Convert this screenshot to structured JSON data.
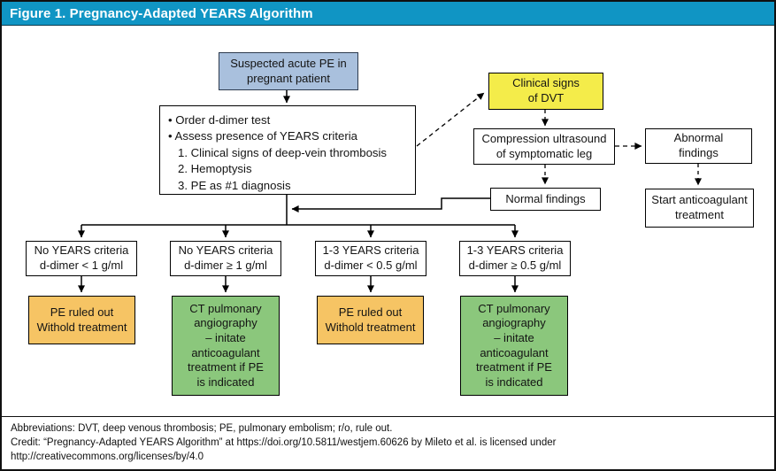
{
  "header": {
    "title": "Figure 1. Pregnancy-Adapted YEARS Algorithm",
    "bg_color": "#1095C4"
  },
  "colors": {
    "patient_box": "#A9C0DD",
    "dvt_box": "#F4EC4A",
    "ruled_out_box": "#F6C464",
    "ct_box": "#8BC77C",
    "plain_box": "#FFFFFF"
  },
  "nodes": {
    "suspected": {
      "text": "Suspected acute PE in\npregnant patient"
    },
    "criteria": {
      "text": "• Order d-dimer test\n• Assess presence of YEARS criteria\n   1. Clinical signs of deep-vein thrombosis\n   2. Hemoptysis\n   3. PE as #1 diagnosis"
    },
    "dvt": {
      "text": "Clinical signs\nof DVT"
    },
    "compression": {
      "text": "Compression ultrasound\nof symptomatic leg"
    },
    "abnormal": {
      "text": "Abnormal\nfindings"
    },
    "normal": {
      "text": "Normal findings"
    },
    "start_treatment": {
      "text": "Start anticoagulant\ntreatment"
    },
    "branch_no_low": {
      "text": "No YEARS criteria\nd-dimer < 1 g/ml"
    },
    "branch_no_high": {
      "text": "No YEARS criteria\nd-dimer ≥ 1 g/ml"
    },
    "branch_13_low": {
      "text": "1-3 YEARS criteria\nd-dimer < 0.5 g/ml"
    },
    "branch_13_high": {
      "text": "1-3 YEARS criteria\nd-dimer ≥ 0.5 g/ml"
    },
    "outcome_ruled_out_1": {
      "text": "PE ruled out\nWithold treatment"
    },
    "outcome_ct_1": {
      "text": "CT pulmonary\nangiography\n– initate\nanticoagulant\ntreatment if PE\nis indicated"
    },
    "outcome_ruled_out_2": {
      "text": "PE ruled out\nWithold treatment"
    },
    "outcome_ct_2": {
      "text": "CT pulmonary\nangiography\n– initate\nanticoagulant\ntreatment if PE\nis indicated"
    }
  },
  "footer": {
    "abbreviations": "Abbreviations: DVT, deep venous thrombosis; PE, pulmonary embolism; r/o, rule out.",
    "credit_line1": "Credit: “Pregnancy-Adapted YEARS Algorithm” at https://doi.org/10.5811/westjem.60626 by Mileto et al. is licensed under",
    "credit_line2": "http://creativecommons.org/licenses/by/4.0"
  }
}
